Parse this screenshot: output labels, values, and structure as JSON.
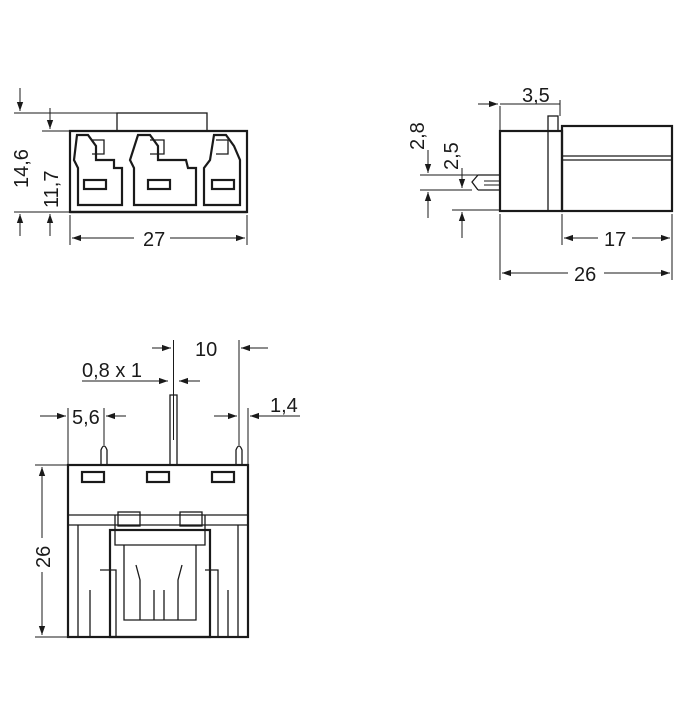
{
  "front_view": {
    "dim_height_total": "14,6",
    "dim_height_body": "11,7",
    "dim_width": "27"
  },
  "side_view": {
    "dim_top_offset": "3,5",
    "dim_pin_offset_a": "2,8",
    "dim_pin_offset_b": "2,5",
    "dim_body_depth": "17",
    "dim_total_depth": "26"
  },
  "bottom_view": {
    "dim_pitch": "10",
    "dim_pin_size": "0,8 x 1",
    "dim_edge_offset": "5,6",
    "dim_pin_edge": "1,4",
    "dim_height": "26"
  }
}
